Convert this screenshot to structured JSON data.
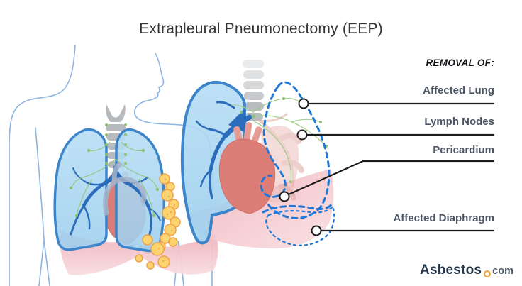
{
  "title": "Extrapleural Pneumonectomy (EEP)",
  "legend": {
    "heading": "REMOVAL OF:",
    "items": [
      {
        "label": "Affected Lung"
      },
      {
        "label": "Lymph Nodes"
      },
      {
        "label": "Pericardium"
      },
      {
        "label": "Affected Diaphragm"
      }
    ]
  },
  "logo": {
    "brand": "Asbestos",
    "tld": "com",
    "dot_icon": "orange-ring-dot"
  },
  "illustration": {
    "panels": [
      "full torso with both lungs, trachea, lymph nodes, heart, diaphragm and yellow pleural tumor nodules",
      "enlarged chest view after surgery: remaining lung with blue dashed outlines marking removed lung, pericardium and diaphragm portions"
    ],
    "colors": {
      "lung_fill": "#a8d6f2",
      "lung_outline": "#3d85ca",
      "bronchi_blue": "#2b6cbb",
      "heart_red": "#dc7e77",
      "diaphragm_pink": "#efb3ba",
      "tumor_yellow": "#fcd36e",
      "tumor_orange": "#eda24d",
      "lymph_green": "#95c77f",
      "trachea_gray": "#b9bcbf",
      "body_outline_blue": "#7ba9de",
      "removal_dash_blue": "#1f78d8",
      "callout_black": "#1c1c1c"
    }
  }
}
